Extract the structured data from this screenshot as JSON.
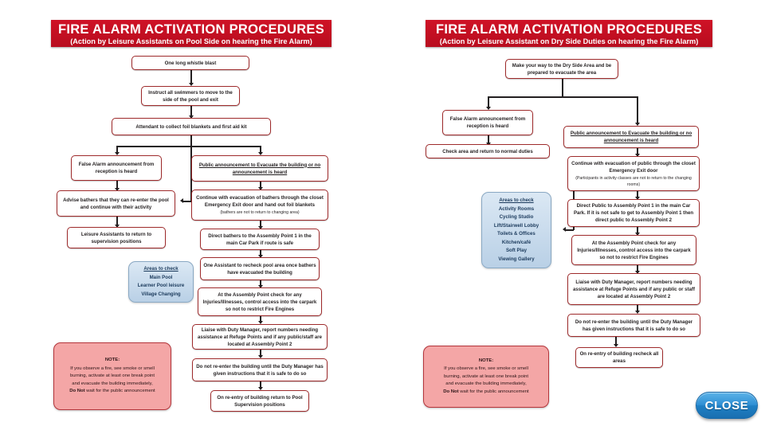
{
  "left_chart": {
    "header": {
      "title": "FIRE ALARM ACTIVATION PROCEDURES",
      "subtitle": "(Action by Leisure Assistants on Pool Side on hearing the Fire Alarm)"
    },
    "nodes": {
      "n1": "One long whistle blast",
      "n2": "Instruct all swimmers to move to the side of the pool and exit",
      "n3": "Attendant to collect foil blankets and first aid kit",
      "n4": "False Alarm announcement from reception is heard",
      "n5": "Advise bathers that they can re-enter the pool and continue with their activity",
      "n6": "Leisure Assistants to return to supervision positions",
      "n7": "Public announcement to Evacuate the building or no announcement is heard",
      "n8_main": "Continue with evacuation of bathers through the closet Emergency Exit door and hand out foil blankets",
      "n8_sub": "(bathers are not to return to changing area)",
      "n9": "Direct bathers to the Assembly Point 1 in the main Car Park if route is safe",
      "n10": "One Assistant to recheck pool area once bathers have evacuated the building",
      "n11": "At the Assembly Point check for any Injuries/Illnesses, control access into the carpark so not to restrict Fire Engines",
      "n12": "Liaise with Duty Manager, report numbers needing assistance at Refuge Points and if any public/staff are located at Assembly Point 2",
      "n13": "Do not re-enter the building until the Duty Manager has given instructions that it is safe to do so",
      "n14": "On re-entry of building return to Pool Supervision positions"
    },
    "areas": {
      "heading": "Areas to check",
      "items": [
        "Main Pool",
        "Learner Pool leisure",
        "Village Changing"
      ]
    },
    "note": {
      "heading": "NOTE:",
      "lines": [
        "If you observe a fire, see smoke or smell",
        "burning, activate at least one break point",
        "and evacuate the building immediately,"
      ],
      "bold_lead": "Do Not",
      "last_line": " wait for the public announcement"
    }
  },
  "right_chart": {
    "header": {
      "title": "FIRE ALARM ACTIVATION PROCEDURES",
      "subtitle": "(Action by Leisure Assistant  on Dry Side Duties on hearing the Fire Alarm)"
    },
    "nodes": {
      "n1": "Make your way to the Dry Side Area and be prepared to evacuate the area",
      "n2": "False Alarm announcement from reception is heard",
      "n3": "Check area and return to normal duties",
      "n4": "Public announcement to Evacuate the building or no announcement is heard",
      "n5_main": "Continue with evacuation of public through the closet Emergency Exit door",
      "n5_sub": "(Participants in activity classes are not to return to the changing rooms)",
      "n6": "Direct Public to Assembly Point 1 in the main Car Park. If it is not safe to get to Assembly Point 1 then direct public to Assembly Point 2",
      "n7": "At the Assembly Point check for any Injuries/Illnesses, control access into the carpark so not to restrict Fire Engines",
      "n8": "Liaise with Duty Manager, report numbers needing assistance at Refuge Points and if any public or staff are located at Assembly Point 2",
      "n9": "Do not re-enter the building until the Duty Manager has given instructions that it is safe to do so",
      "n10": "On re-entry of building recheck all areas"
    },
    "areas": {
      "heading": "Areas to check",
      "items": [
        "Activity Rooms",
        "Cycling Studio",
        "Lift/Stairwell Lobby",
        "Toilets & Offices",
        "Kitchen/café",
        "Soft Play",
        "Viewing Gallery"
      ]
    },
    "note": {
      "heading": "NOTE:",
      "lines": [
        "If you observe a fire, see smoke or smell",
        "burning, activate at least one break point",
        "and evacuate the building immediately,"
      ],
      "bold_lead": "Do Not",
      "last_line": " wait for the public announcement"
    }
  },
  "close_button": {
    "label": "CLOSE"
  },
  "colors": {
    "banner_red": "#c8102e",
    "box_border_red": "#9e2a2b",
    "note_fill": "#f4a6a6",
    "areas_fill": "#c5d9ec",
    "close_blue": "#2f8fd4"
  }
}
